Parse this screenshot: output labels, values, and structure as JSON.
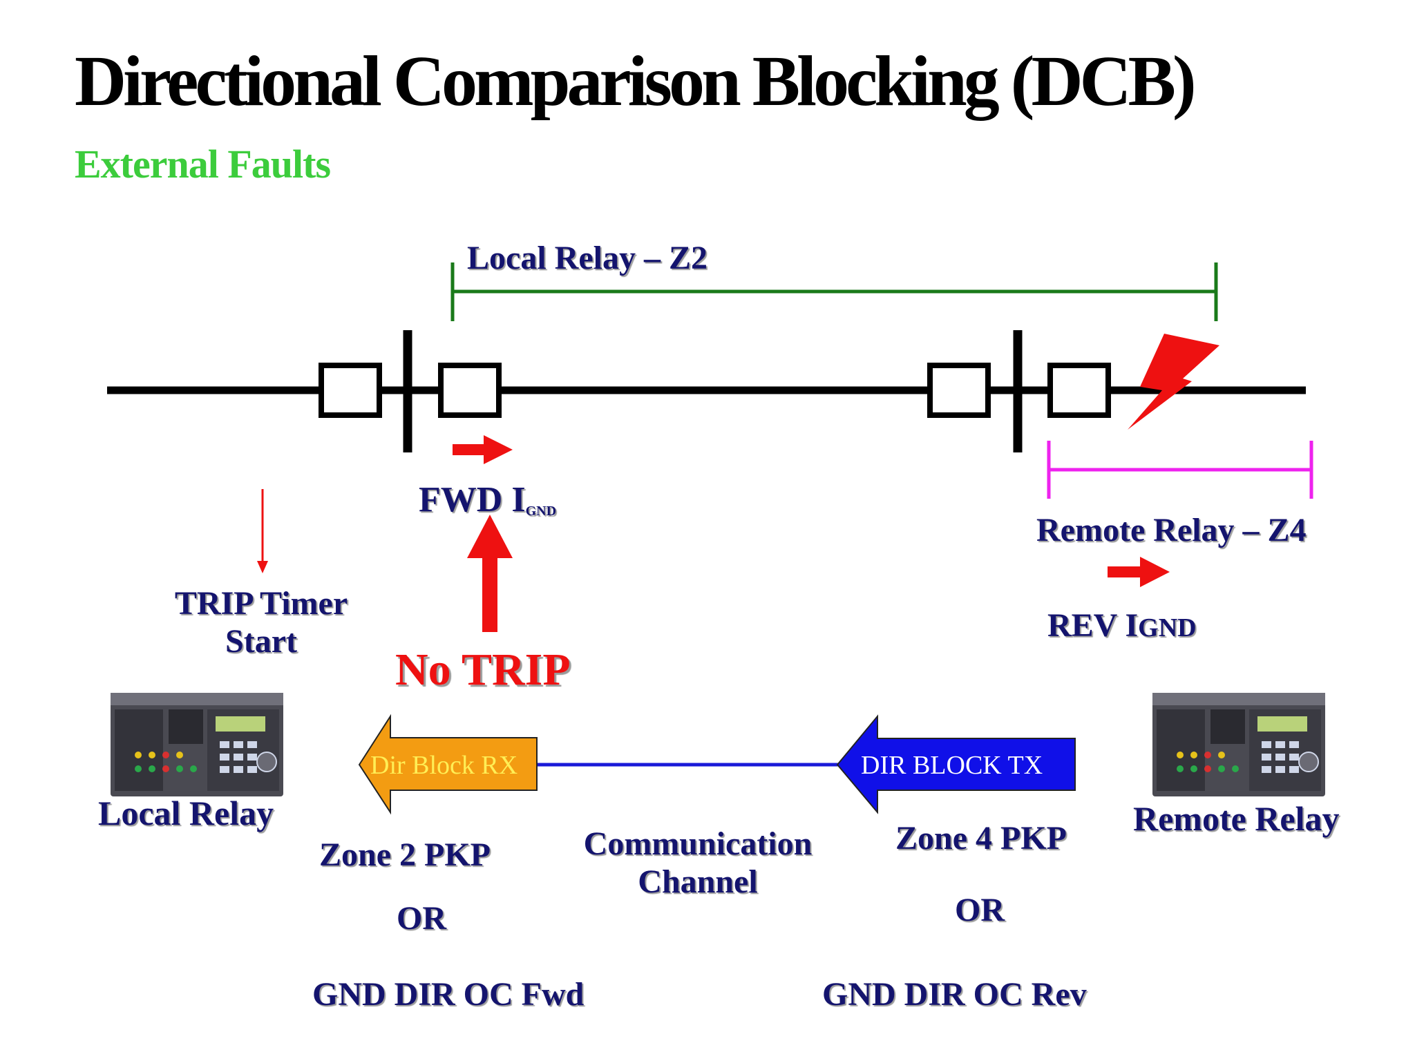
{
  "title": "Directional Comparison Blocking (DCB)",
  "subtitle": "External Faults",
  "labels": {
    "local_z2": "Local Relay – Z2",
    "remote_z4": "Remote Relay – Z4",
    "fwd_main": "FWD I",
    "fwd_sub": "GND",
    "rev_main": "REV  I",
    "rev_sub": "GND",
    "trip_timer_line1": "TRIP Timer",
    "trip_timer_line2": "Start",
    "no_trip": "No TRIP",
    "local_relay": "Local Relay",
    "remote_relay": "Remote Relay",
    "dir_block_rx": "Dir Block RX",
    "dir_block_tx": "DIR BLOCK TX",
    "comm_line1": "Communication",
    "comm_line2": "Channel",
    "zone2": "Zone 2  PKP",
    "or_left": "OR",
    "gnd_fwd": "GND DIR OC Fwd",
    "zone4": "Zone 4 PKP",
    "or_right": "OR",
    "gnd_rev": "GND DIR OC Rev"
  },
  "colors": {
    "title": "#000000",
    "subtitle": "#3ccc3c",
    "label": "#14146e",
    "z2_bracket": "#1a7a1a",
    "z4_bracket": "#ee22ee",
    "arrow_red": "#ee1111",
    "rx_arrow": "#f39c12",
    "rx_text": "#ffee55",
    "tx_arrow": "#1010e8",
    "tx_text": "#ffffff",
    "channel": "#1a1ad8"
  },
  "icons": [
    "lightning-fault-icon",
    "protective-relay-device-icon"
  ]
}
